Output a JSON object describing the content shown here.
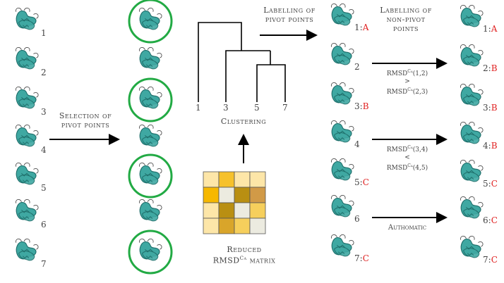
{
  "labels": {
    "selection": [
      "Selection of",
      "pivot points"
    ],
    "labelling_pivot": [
      "Labelling of",
      "pivot points"
    ],
    "labelling_nonpivot": [
      "Labelling of",
      "non-pivot",
      "points"
    ],
    "clustering": "Clustering",
    "matrix": [
      "Reduced",
      "RMSD",
      "Cα",
      "matrix"
    ],
    "automatic": "Authomatic"
  },
  "col1_numbers": [
    "1",
    "2",
    "3",
    "4",
    "5",
    "6",
    "7"
  ],
  "dendro_leaves": [
    "1",
    "3",
    "5",
    "7"
  ],
  "col4": [
    {
      "n": "1",
      "sep": ":",
      "letter": "A"
    },
    {
      "n": "2",
      "sep": "",
      "letter": ""
    },
    {
      "n": "3",
      "sep": ":",
      "letter": "B"
    },
    {
      "n": "4",
      "sep": "",
      "letter": ""
    },
    {
      "n": "5",
      "sep": ":",
      "letter": "C"
    },
    {
      "n": "6",
      "sep": "",
      "letter": ""
    },
    {
      "n": "7",
      "sep": ":",
      "letter": "C"
    }
  ],
  "col5": [
    {
      "n": "1",
      "letter": "A"
    },
    {
      "n": "2",
      "letter": "B"
    },
    {
      "n": "3",
      "letter": "B"
    },
    {
      "n": "4",
      "letter": "B"
    },
    {
      "n": "5",
      "letter": "C"
    },
    {
      "n": "6",
      "letter": "C"
    },
    {
      "n": "7",
      "letter": "C"
    }
  ],
  "cond1": {
    "top": "RMSD",
    "top_sup": "Cα",
    "top_arg": "(1,2)",
    "op": ">",
    "bottom": "RMSD",
    "bottom_sup": "Cα",
    "bottom_arg": "(2,3)"
  },
  "cond2": {
    "top": "RMSD",
    "top_sup": "Cα",
    "top_arg": "(3,4)",
    "op": "<",
    "bottom": "RMSD",
    "bottom_sup": "Cα",
    "bottom_arg": "(4,5)"
  },
  "matrix_colors": [
    [
      "#fde6a8",
      "#f6c12b",
      "#fde6a8",
      "#fde6a8"
    ],
    [
      "#f6b800",
      "#ecebe0",
      "#b98f12",
      "#d19a47"
    ],
    [
      "#fde6a8",
      "#b98f12",
      "#ecebe0",
      "#f6cf5c"
    ],
    [
      "#fde6a8",
      "#d9a52a",
      "#f6cf5c",
      "#ecebe0"
    ]
  ],
  "colors": {
    "protein": "#3fa8a2",
    "protein_dark": "#1f6f6b",
    "circle": "#22aa44",
    "accent_red": "#e02020"
  }
}
